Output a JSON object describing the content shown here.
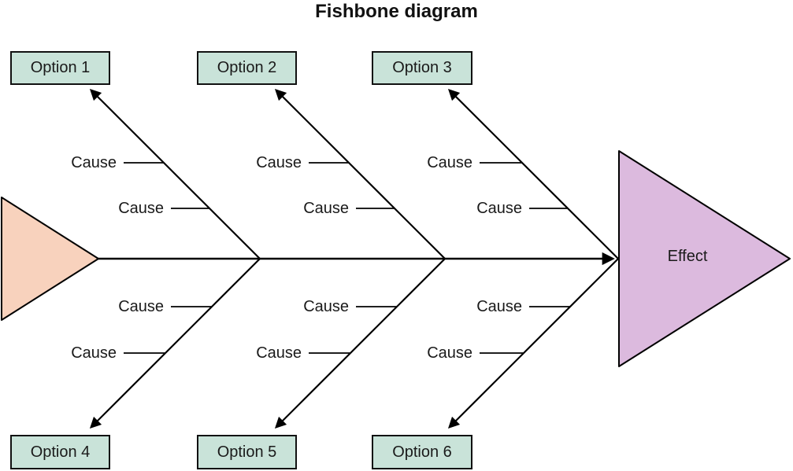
{
  "title": "Fishbone diagram",
  "effect": {
    "label": "Effect"
  },
  "options": [
    {
      "label": "Option 1"
    },
    {
      "label": "Option 2"
    },
    {
      "label": "Option 3"
    },
    {
      "label": "Option 4"
    },
    {
      "label": "Option 5"
    },
    {
      "label": "Option 6"
    }
  ],
  "causes": [
    {
      "label": "Cause"
    },
    {
      "label": "Cause"
    },
    {
      "label": "Cause"
    },
    {
      "label": "Cause"
    },
    {
      "label": "Cause"
    },
    {
      "label": "Cause"
    },
    {
      "label": "Cause"
    },
    {
      "label": "Cause"
    },
    {
      "label": "Cause"
    },
    {
      "label": "Cause"
    },
    {
      "label": "Cause"
    },
    {
      "label": "Cause"
    }
  ],
  "colors": {
    "option_box_fill": "#c9e3d9",
    "tail_arrow_fill": "#f8d2bd",
    "effect_arrow_fill": "#dcbade",
    "line": "#000000",
    "text": "#1a1a1a"
  }
}
